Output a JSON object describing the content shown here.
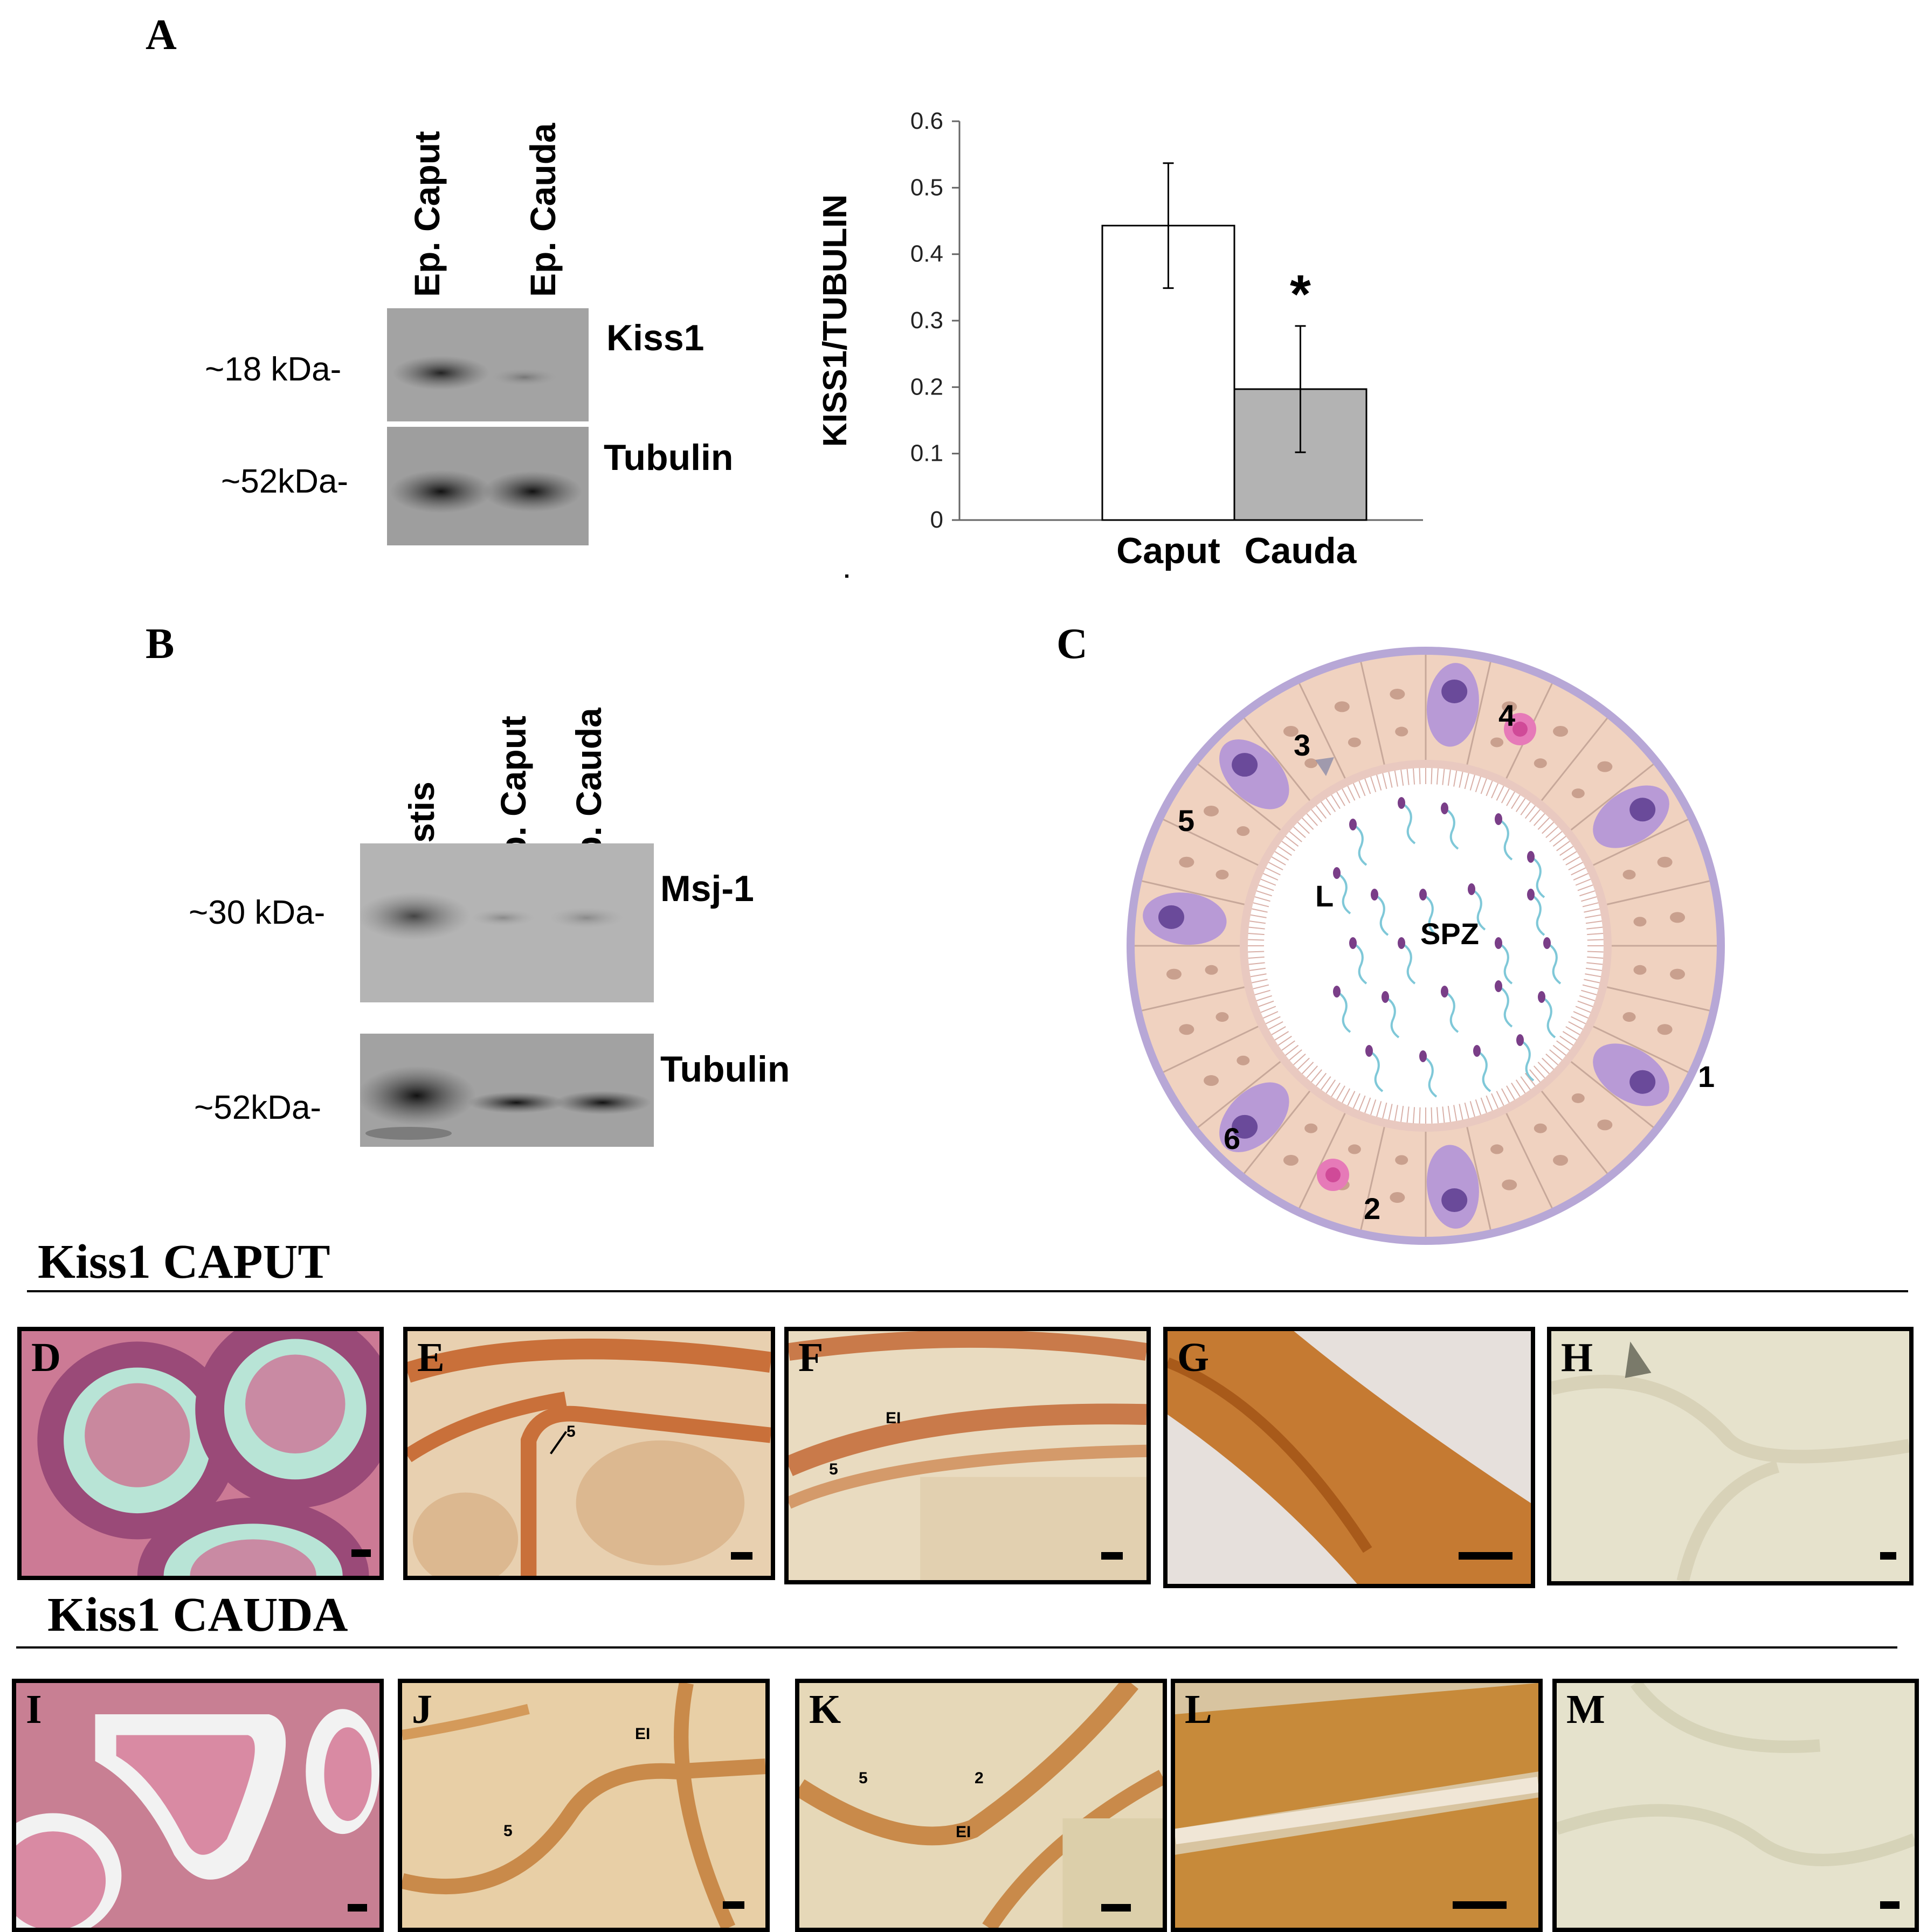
{
  "panelA": {
    "letter": "A",
    "lanes": [
      "Ep. Caput",
      "Ep. Cauda"
    ],
    "mw": [
      "~18 kDa-",
      "~52kDa-"
    ],
    "bands": [
      "Kiss1",
      "Tubulin"
    ]
  },
  "chart_data": {
    "type": "bar",
    "categories": [
      "Caput",
      "Cauda"
    ],
    "values": [
      0.443,
      0.197
    ],
    "errors": [
      0.094,
      0.095
    ],
    "ylabel": "KISS1/TUBULIN",
    "ylim": [
      0,
      0.6
    ],
    "yticks": [
      "0",
      "0.1",
      "0.2",
      "0.3",
      "0.4",
      "0.5",
      "0.6"
    ],
    "annotation": "*",
    "colors": [
      "#ffffff",
      "#b3b3b3"
    ],
    "grid": false
  },
  "panelB": {
    "letter": "B",
    "lanes": [
      "Testis",
      "Ep. Caput",
      "Ep. Cauda"
    ],
    "mw": [
      "~30 kDa-",
      "~52kDa-"
    ],
    "bands": [
      "Msj-1",
      "Tubulin"
    ]
  },
  "panelC": {
    "letter": "C",
    "labels": {
      "n1": "1",
      "n2": "2",
      "n3": "3",
      "n4": "4",
      "n5": "5",
      "n6": "6",
      "lumen": "L",
      "spz": "SPZ"
    }
  },
  "sections": {
    "caput": "Kiss1 CAPUT",
    "cauda": "Kiss1 CAUDA"
  },
  "micrographs": {
    "D": "D",
    "E": "E",
    "F": "F",
    "G": "G",
    "H": "H",
    "I": "I",
    "J": "J",
    "K": "K",
    "L": "L",
    "M": "M"
  },
  "arrows": {
    "E_5": "5",
    "F_EI": "EI",
    "F_5": "5",
    "J_EI": "EI",
    "J_5": "5",
    "K_5": "5",
    "K_2": "2",
    "K_EI": "EI"
  },
  "colors": {
    "he_pink": "#d98aa6",
    "ihc_brown": "#c98a4a",
    "neg_beige": "#e8e4d4",
    "cell_pink": "#f0d2c0",
    "basal_purple": "#a98ac8"
  }
}
